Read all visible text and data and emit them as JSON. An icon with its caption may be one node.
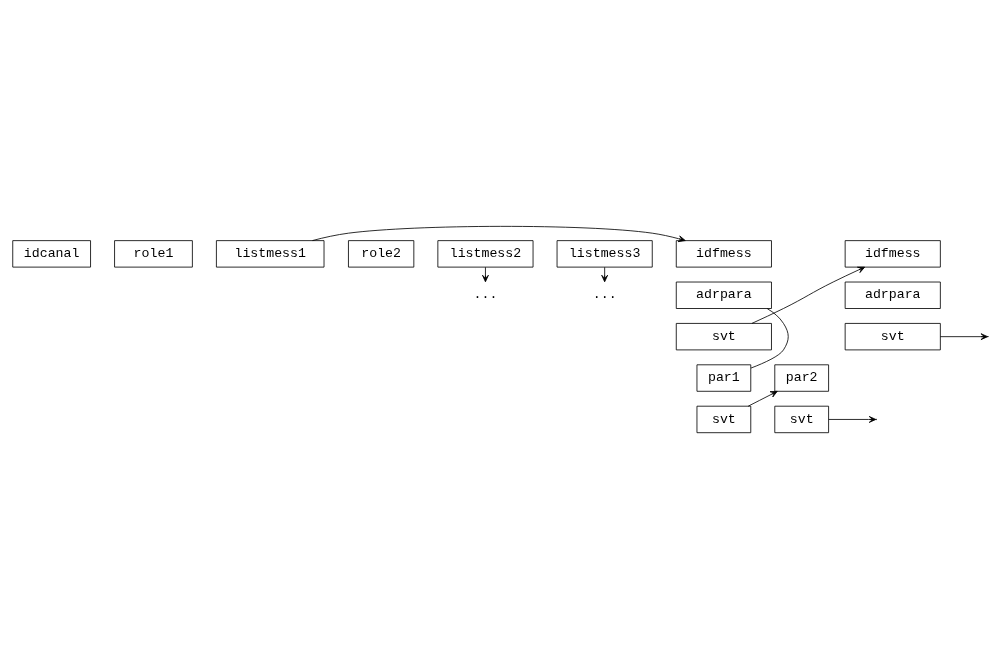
{
  "diagram": {
    "nodes": [
      {
        "text": [
          "idcanal"
        ]
      },
      {
        "text": [
          "role1"
        ]
      },
      {
        "text": [
          "listmess1"
        ]
      },
      {
        "text": [
          "role2"
        ]
      },
      {
        "text": [
          "listmess2"
        ]
      },
      {
        "text": [
          "listmess3"
        ]
      },
      {
        "text": [
          "..."
        ]
      },
      {
        "text": [
          "..."
        ]
      },
      {
        "text": [
          "idfmess"
        ]
      },
      {
        "text": [
          "adrpara"
        ]
      },
      {
        "text": [
          "svt"
        ]
      },
      {
        "text": [
          "idfmess"
        ]
      },
      {
        "text": [
          "adrpara"
        ]
      },
      {
        "text": [
          "svt"
        ]
      },
      {
        "text": [
          "par1"
        ]
      },
      {
        "text": [
          "svt"
        ]
      },
      {
        "text": [
          "par2"
        ]
      },
      {
        "text": [
          "svt"
        ]
      }
    ],
    "edges": [
      {
        "from": 2,
        "to": 8,
        "arrow": "to"
      },
      {
        "from": 4,
        "to": 6,
        "arrow": "to"
      },
      {
        "from": 5,
        "to": 7,
        "arrow": "to"
      },
      {
        "from": 10,
        "to": 11,
        "arrow": "to"
      },
      {
        "from": 13,
        "to": null,
        "arrow": "to"
      },
      {
        "from": 9,
        "to": 14,
        "arrow": "none"
      },
      {
        "from": 15,
        "to": 16,
        "arrow": "to"
      },
      {
        "from": 17,
        "to": null,
        "arrow": "to"
      }
    ]
  }
}
